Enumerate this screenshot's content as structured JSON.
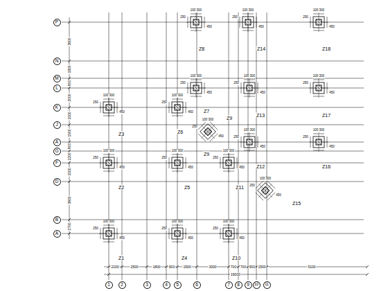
{
  "diagram": {
    "nodes": [
      {
        "text": [
          "P"
        ]
      },
      {
        "text": [
          "N"
        ]
      },
      {
        "text": [
          "M"
        ]
      },
      {
        "text": [
          "L"
        ]
      },
      {
        "text": [
          "K"
        ]
      },
      {
        "text": [
          "J"
        ]
      },
      {
        "text": [
          "A"
        ]
      },
      {
        "text": [
          "G"
        ]
      },
      {
        "text": [
          "F"
        ]
      },
      {
        "text": [
          "D"
        ]
      },
      {
        "text": [
          "B"
        ]
      },
      {
        "text": [
          "A"
        ]
      },
      {
        "text": [
          "1"
        ]
      },
      {
        "text": [
          "2"
        ]
      },
      {
        "text": [
          "3"
        ]
      },
      {
        "text": [
          "4"
        ]
      },
      {
        "text": [
          "5"
        ]
      },
      {
        "text": [
          "6"
        ]
      },
      {
        "text": [
          "7"
        ]
      },
      {
        "text": [
          "8"
        ]
      },
      {
        "text": [
          "9"
        ]
      },
      {
        "text": [
          "10"
        ]
      },
      {
        "text": [
          "11"
        ]
      }
    ],
    "labels": [
      "Z1",
      "Z2",
      "Z3",
      "Z4",
      "Z5",
      "Z6",
      "Z7",
      "Z8",
      "Z9",
      "Z9",
      "Z10",
      "Z11",
      "Z12",
      "Z13",
      "Z14",
      "Z15",
      "Z16",
      "Z17",
      "Z18",
      "100 300",
      "250",
      "450",
      "100 300",
      "250",
      "450",
      "100 300",
      "250",
      "450",
      "100 300",
      "250",
      "450",
      "100 300",
      "250",
      "450",
      "100 300",
      "250",
      "450",
      "100 300",
      "250",
      "450",
      "100 300",
      "250",
      "450",
      "100 300",
      "250",
      "450",
      "100 300",
      "250",
      "450",
      "100 300",
      "250",
      "450",
      "100 300",
      "250",
      "450",
      "100 300",
      "250",
      "450",
      "100 300",
      "250",
      "450",
      "100 300",
      "250",
      "450",
      "100 300",
      "250",
      "450",
      "100 300",
      "250",
      "450",
      "100 300",
      "250",
      "450",
      "2100",
      "2500",
      "1800",
      "900",
      "1500",
      "3000",
      "700",
      "700",
      "900",
      "1500",
      "5100",
      "19000",
      "3600",
      "1800",
      "900",
      "2000",
      "1500",
      "1500",
      "900",
      "1200",
      "1500",
      "3600",
      "2700"
    ]
  }
}
